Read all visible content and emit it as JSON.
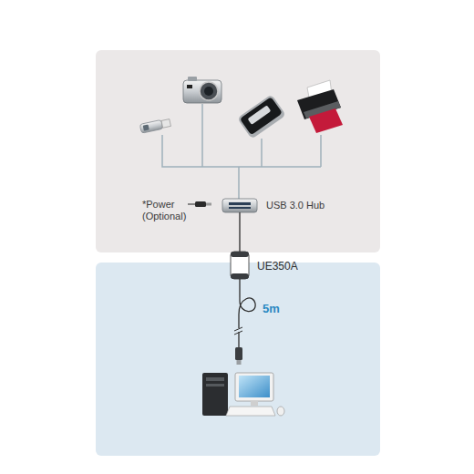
{
  "diagram": {
    "nodes": [
      {
        "text": [
          "USB 3.0 Hub"
        ]
      },
      {
        "text": [
          "UE350A"
        ]
      }
    ],
    "edges": [
      {
        "from": 0,
        "to": 1,
        "arrow": "none"
      }
    ],
    "labels": [
      "*Power (Optional)",
      "5m"
    ]
  }
}
